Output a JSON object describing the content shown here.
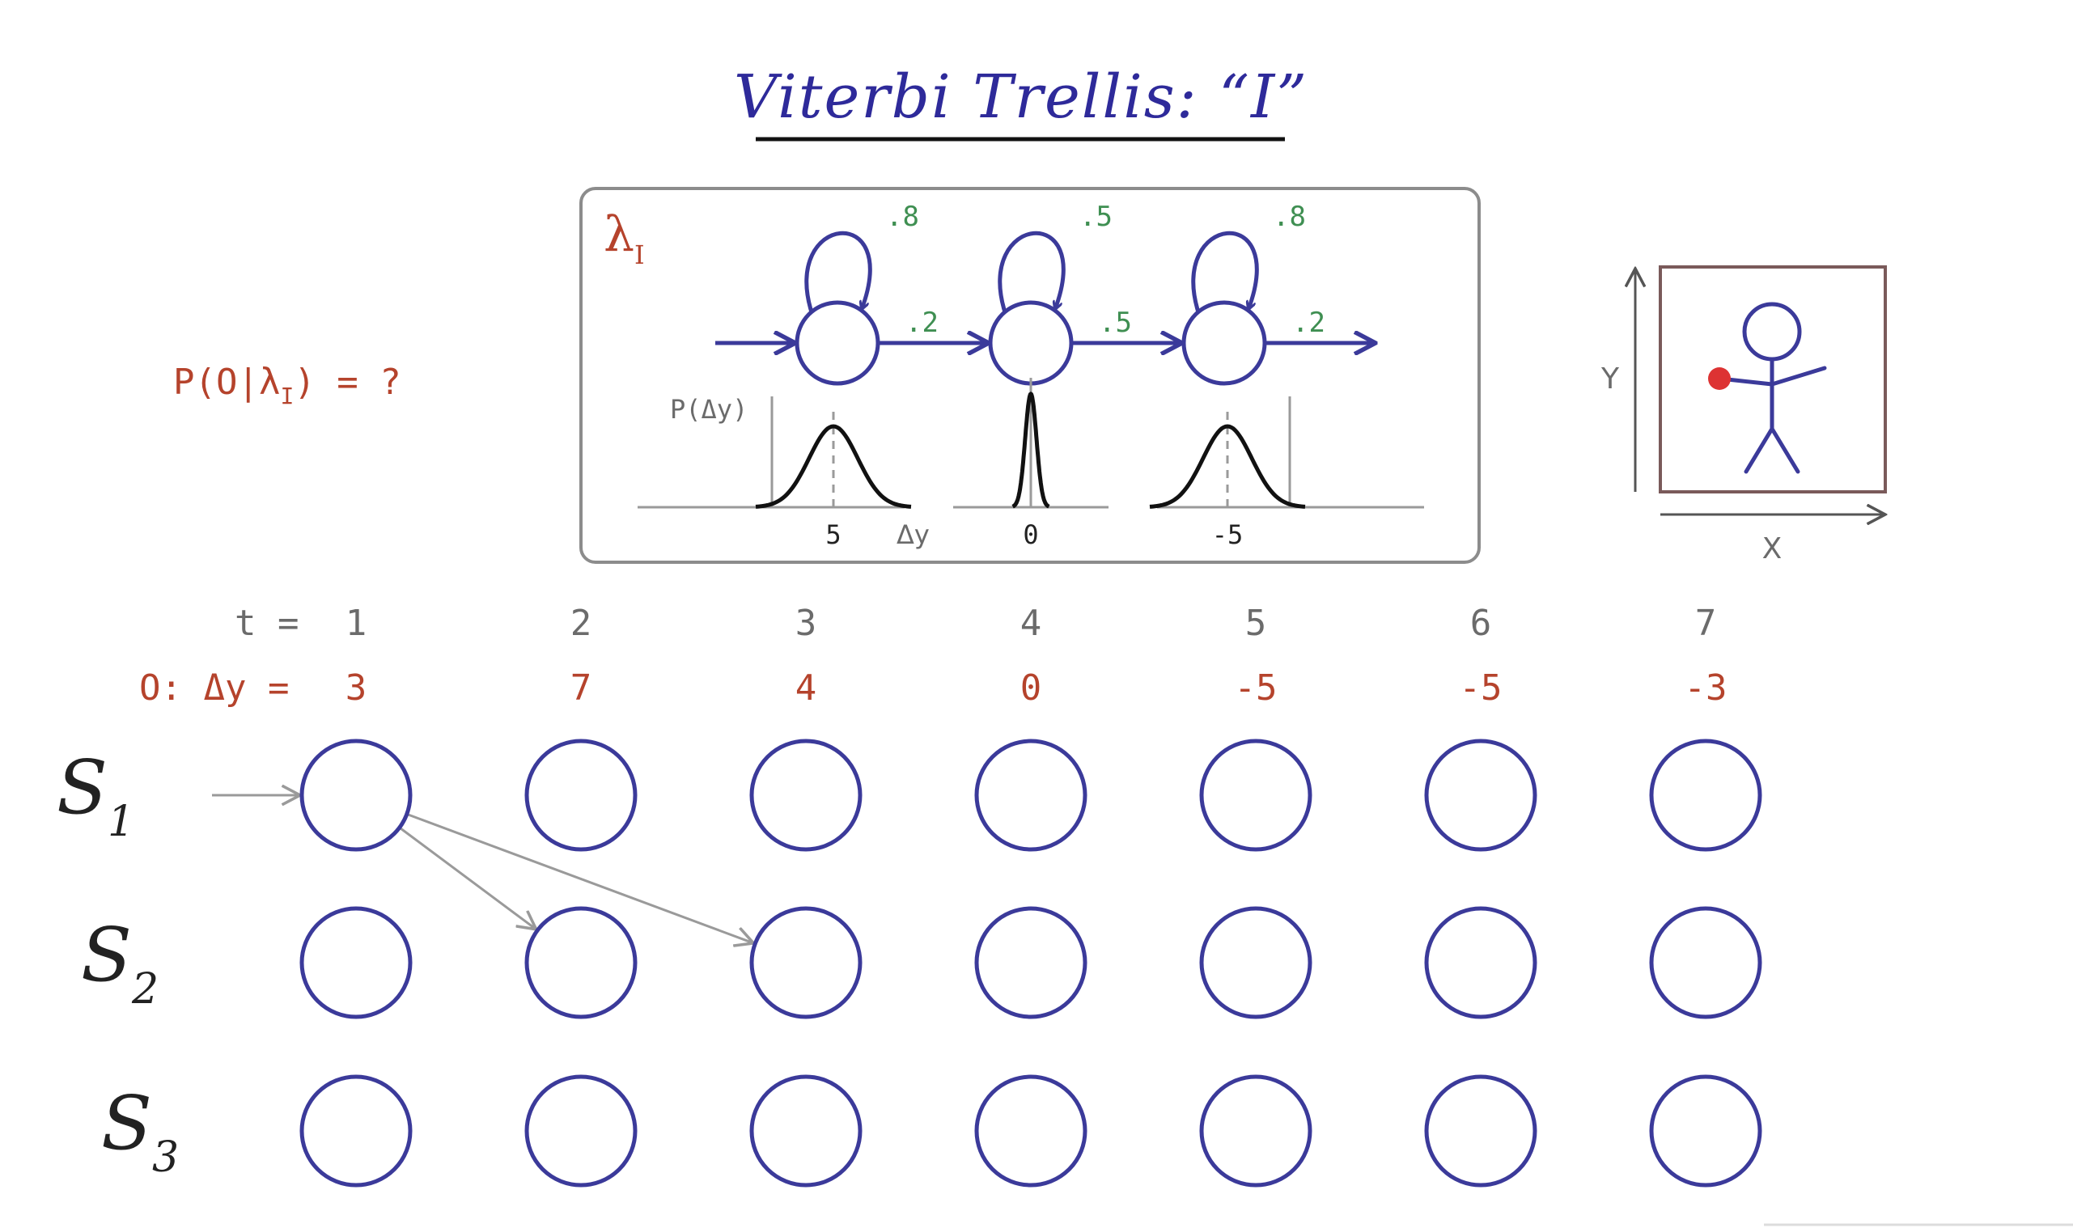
{
  "title": "Viterbi Trellis: “I”",
  "question": {
    "prefix": "P(O|",
    "lambda": "λ",
    "sub": "I",
    "suffix": ") = ?"
  },
  "model": {
    "lambda": "λ",
    "sub": "I",
    "self_probs": [
      ".8",
      ".5",
      ".8"
    ],
    "trans_probs": [
      ".2",
      ".5",
      ".2"
    ],
    "density_label": "P(Δy)",
    "axis_label": "Δy",
    "means": [
      "5",
      "0",
      "-5"
    ],
    "colors": {
      "state": "#3b3a9a",
      "prob": "#3f8f52",
      "curve": "#111111",
      "axis": "#9a9a9a",
      "frame": "#8c8c8c"
    }
  },
  "figure": {
    "y_label": "Y",
    "x_label": "X",
    "icon": "stick-figure-icon",
    "hand_color": "#dd3333",
    "frame_color": "#7a5a5a"
  },
  "trellis": {
    "t_label": "t  =",
    "o_label": "O: Δy  =",
    "times": [
      "1",
      "2",
      "3",
      "4",
      "5",
      "6",
      "7"
    ],
    "observations": [
      "3",
      "7",
      "4",
      "0",
      "-5",
      "-5",
      "-3"
    ],
    "states": [
      {
        "letter": "S",
        "sub": "1"
      },
      {
        "letter": "S",
        "sub": "2"
      },
      {
        "letter": "S",
        "sub": "3"
      }
    ],
    "node_color": "#3b3a9a",
    "arrow_color": "#9a9a9a",
    "arrows": [
      {
        "from": "start",
        "to": [
          0,
          0
        ]
      },
      {
        "from": [
          0,
          0
        ],
        "to": [
          0,
          1
        ]
      },
      {
        "from": [
          0,
          0
        ],
        "to": [
          1,
          1
        ]
      }
    ]
  }
}
